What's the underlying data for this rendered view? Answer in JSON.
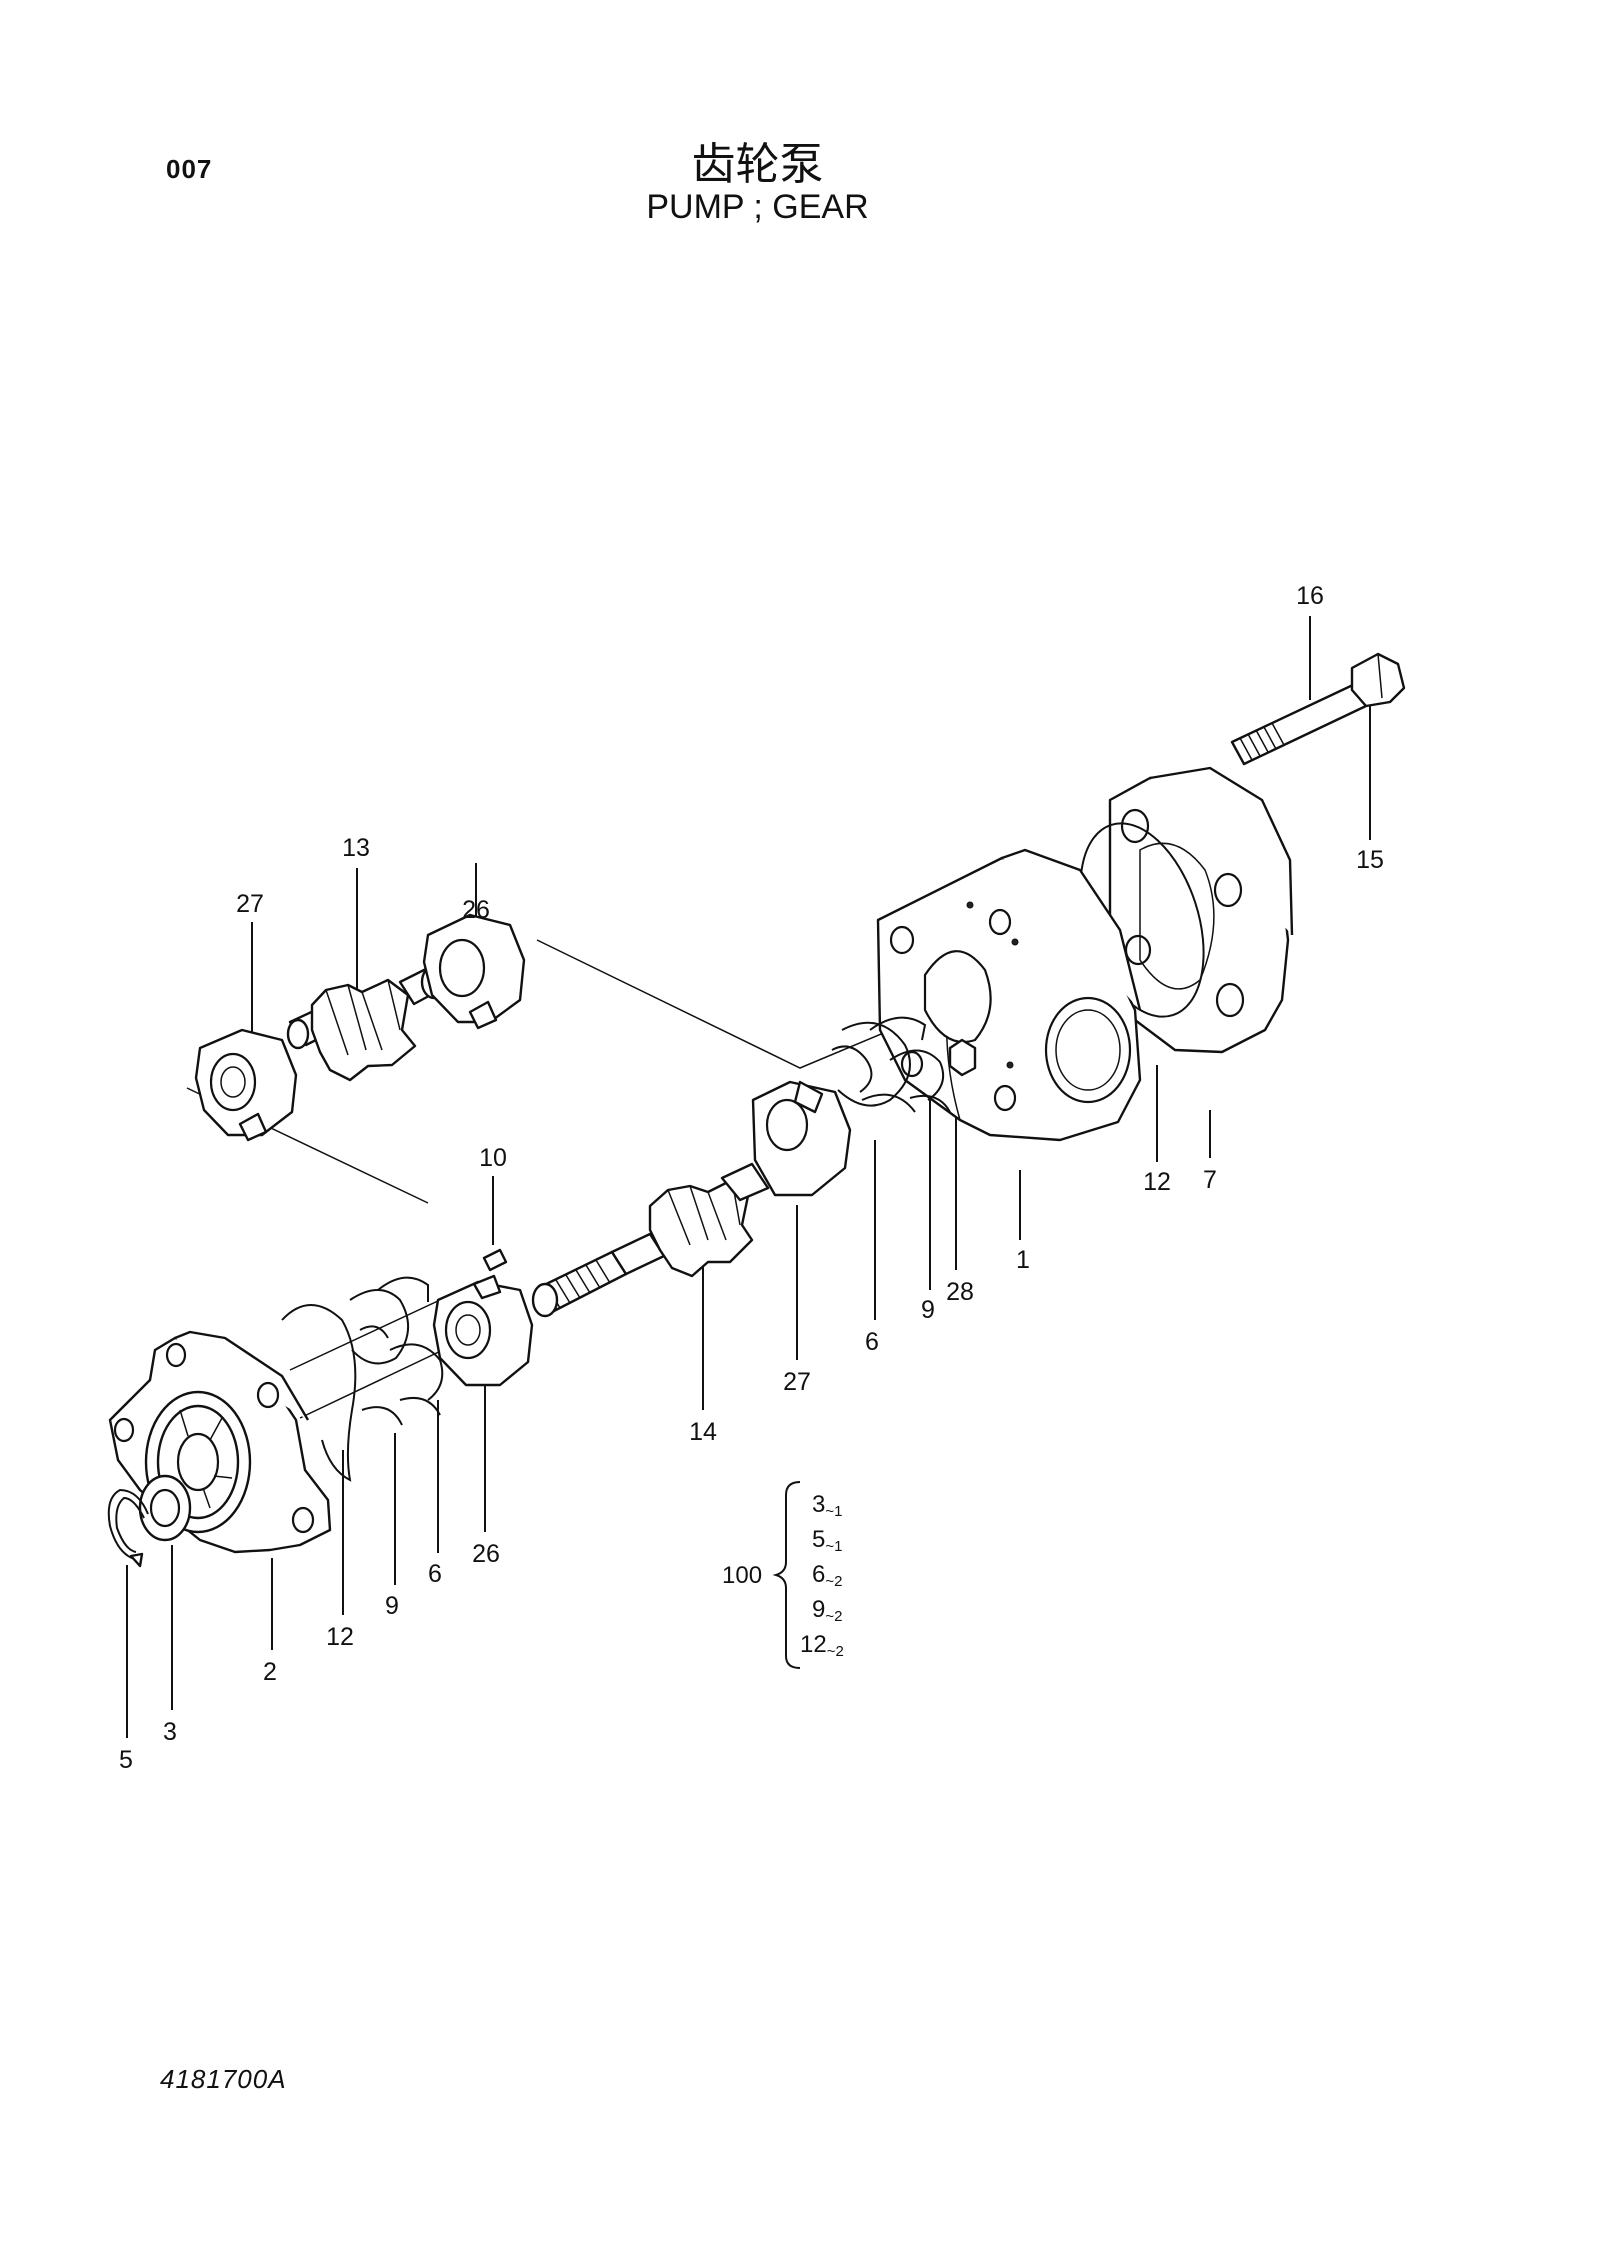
{
  "header": {
    "page_number": "007",
    "title_cn": "齿轮泵",
    "title_en": "PUMP ; GEAR"
  },
  "footer": {
    "drawing_code": "4181700A"
  },
  "parts": [
    {
      "id": "p1",
      "label": "1"
    },
    {
      "id": "p2",
      "label": "2"
    },
    {
      "id": "p3",
      "label": "3"
    },
    {
      "id": "p5",
      "label": "5"
    },
    {
      "id": "p6a",
      "label": "6"
    },
    {
      "id": "p6b",
      "label": "6"
    },
    {
      "id": "p7",
      "label": "7"
    },
    {
      "id": "p9a",
      "label": "9"
    },
    {
      "id": "p9b",
      "label": "9"
    },
    {
      "id": "p10",
      "label": "10"
    },
    {
      "id": "p12a",
      "label": "12"
    },
    {
      "id": "p12b",
      "label": "12"
    },
    {
      "id": "p13",
      "label": "13"
    },
    {
      "id": "p14",
      "label": "14"
    },
    {
      "id": "p15",
      "label": "15"
    },
    {
      "id": "p16",
      "label": "16"
    },
    {
      "id": "p26a",
      "label": "26"
    },
    {
      "id": "p26b",
      "label": "26"
    },
    {
      "id": "p27a",
      "label": "27"
    },
    {
      "id": "p27b",
      "label": "27"
    },
    {
      "id": "p28",
      "label": "28"
    }
  ],
  "kit": {
    "label": "100",
    "items": [
      {
        "part": "3",
        "qty": "~1"
      },
      {
        "part": "5",
        "qty": "~1"
      },
      {
        "part": "6",
        "qty": "~2"
      },
      {
        "part": "9",
        "qty": "~2"
      },
      {
        "part": "12",
        "qty": "~2"
      }
    ]
  }
}
